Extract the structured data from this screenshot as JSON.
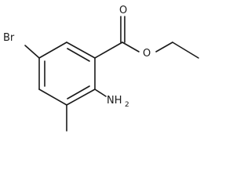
{
  "molecule": {
    "atom_labels": {
      "bromine": "Br",
      "carbonyl_oxygen": "O",
      "ester_oxygen": "O",
      "amino_main": "NH",
      "amino_subscript": "2"
    }
  }
}
